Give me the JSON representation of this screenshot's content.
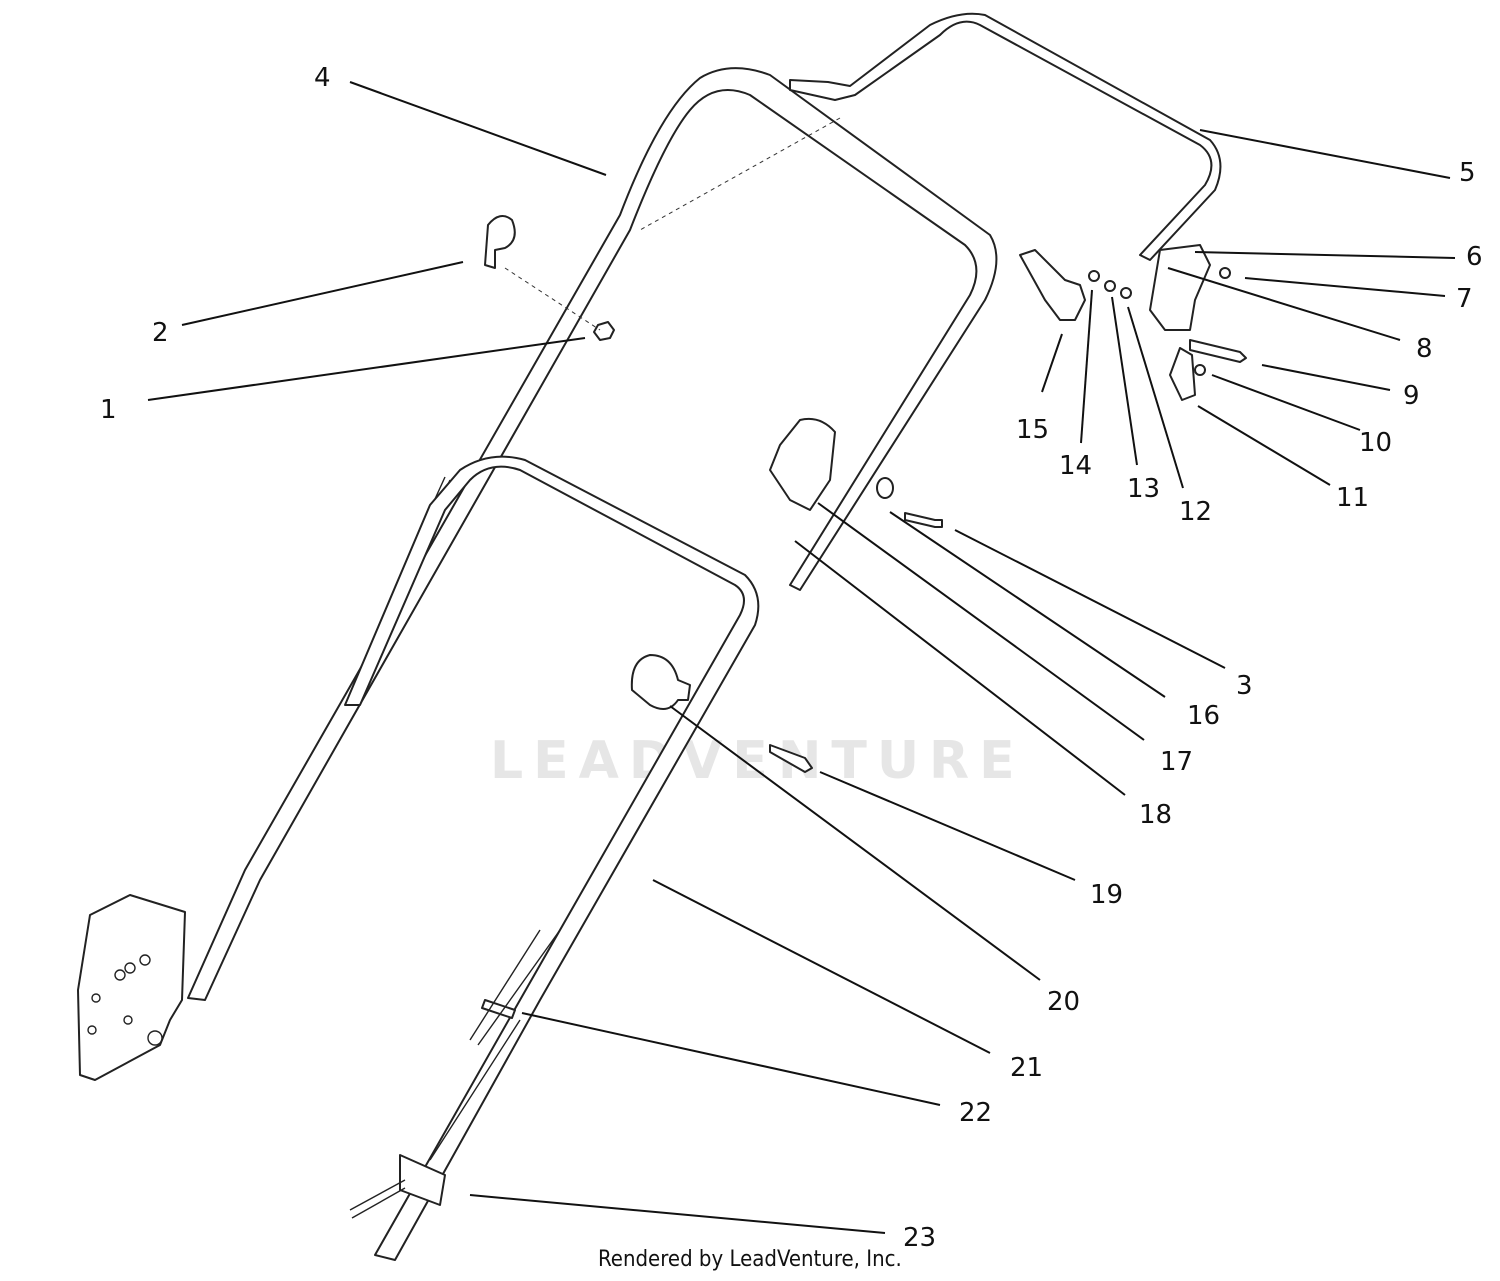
{
  "watermark": "LEADVENTURE",
  "credit": "Rendered by LeadVenture, Inc.",
  "callouts": [
    {
      "id": "1",
      "label": "1"
    },
    {
      "id": "2",
      "label": "2"
    },
    {
      "id": "3",
      "label": "3"
    },
    {
      "id": "4",
      "label": "4"
    },
    {
      "id": "5",
      "label": "5"
    },
    {
      "id": "6",
      "label": "6"
    },
    {
      "id": "7",
      "label": "7"
    },
    {
      "id": "8",
      "label": "8"
    },
    {
      "id": "9",
      "label": "9"
    },
    {
      "id": "10",
      "label": "10"
    },
    {
      "id": "11",
      "label": "11"
    },
    {
      "id": "12",
      "label": "12"
    },
    {
      "id": "13",
      "label": "13"
    },
    {
      "id": "14",
      "label": "14"
    },
    {
      "id": "15",
      "label": "15"
    },
    {
      "id": "16",
      "label": "16"
    },
    {
      "id": "17",
      "label": "17"
    },
    {
      "id": "18",
      "label": "18"
    },
    {
      "id": "19",
      "label": "19"
    },
    {
      "id": "20",
      "label": "20"
    },
    {
      "id": "21",
      "label": "21"
    },
    {
      "id": "22",
      "label": "22"
    },
    {
      "id": "23",
      "label": "23"
    }
  ]
}
